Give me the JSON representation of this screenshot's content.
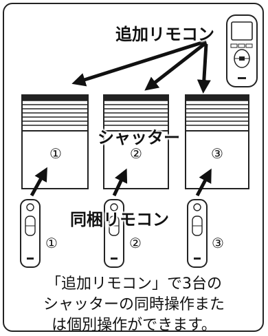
{
  "labels": {
    "add_remote": "追加リモコン",
    "shutter": "シャッター",
    "bundled_remote": "同梱リモコン"
  },
  "shutter_numbers": [
    "①",
    "②",
    "③"
  ],
  "remote_numbers": [
    "①",
    "②",
    "③"
  ],
  "caption": [
    "「追加リモコン」で3台の",
    "シャッターの同時操作また",
    "は個別操作ができます。"
  ]
}
